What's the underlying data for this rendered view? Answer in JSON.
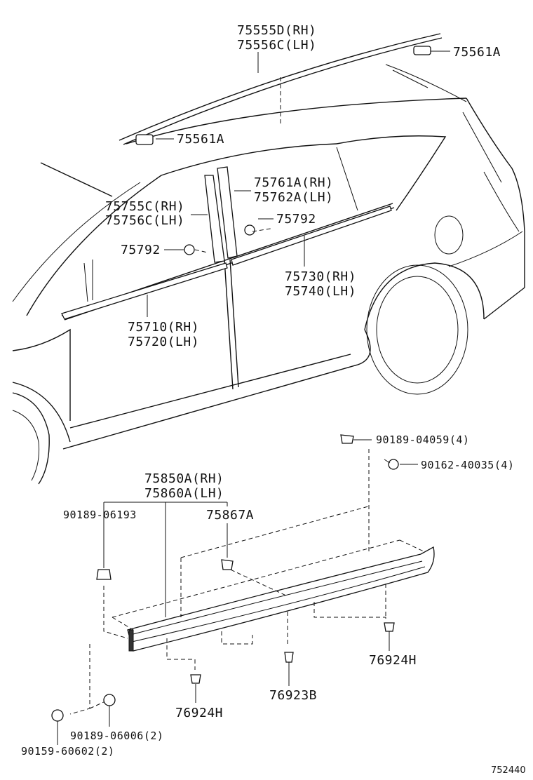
{
  "callouts": {
    "roof_molding": [
      "75555D(RH)",
      "75556C(LH)"
    ],
    "clip_roof_top": "75561A",
    "clip_roof_left": "75561A",
    "front_pillar_garnish": [
      "75755C(RH)",
      "75756C(LH)"
    ],
    "rear_pillar_garnish": [
      "75761A(RH)",
      "75762A(LH)"
    ],
    "clip_rear": "75792",
    "clip_front": "75792",
    "rear_belt_molding": [
      "75730(RH)",
      "75740(LH)"
    ],
    "front_belt_molding": [
      "75710(RH)",
      "75720(LH)"
    ],
    "rocker_molding": [
      "75850A(RH)",
      "75860A(LH)"
    ],
    "clip_a": "90189-06193",
    "clip_b": "75867A",
    "clip_top": "90189-04059(4)",
    "screw_top": "90162-40035(4)",
    "clip_h_right": "76924H",
    "clip_h_left": "76924H",
    "clip_b_mid": "76923B",
    "clip_bottom": "90189-06006(2)",
    "screw_bottom": "90159-60602(2)"
  },
  "figure_id": "752440"
}
